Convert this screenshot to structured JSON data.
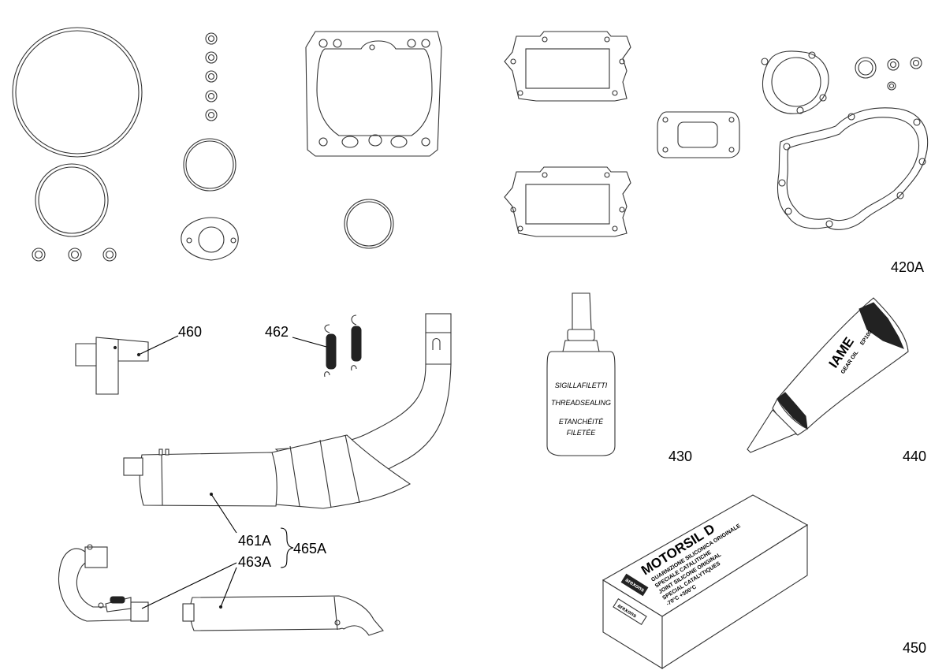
{
  "labels": {
    "gasket_kit": "420A",
    "thread_sealing": "430",
    "gear_oil": "440",
    "silicone": "450",
    "bracket": "460",
    "exhaust_a": "461A",
    "springs": "462",
    "exhaust_b": "463A",
    "exhaust_set": "465A"
  },
  "bottle": {
    "line1": "SIGILLAFILETTI",
    "line2": "THREADSEALING",
    "line3": "ETANCHÉITÉ",
    "line4": "FILETÉE"
  },
  "tube": {
    "brand": "IAME",
    "sub1": "GEAR OIL",
    "sub2": "EP100"
  },
  "box": {
    "brand": "MOTORSIL D",
    "maker": "arexons",
    "desc1": "GUARNIZIONE SILICONICA ORIGINALE",
    "desc2": "SPECIALE CATALITICHE",
    "desc3": "JOINT SILICONE ORIGINAL",
    "desc4": "SPECIAL CATALYTIQUES",
    "desc5": "-70°C +300°C"
  }
}
